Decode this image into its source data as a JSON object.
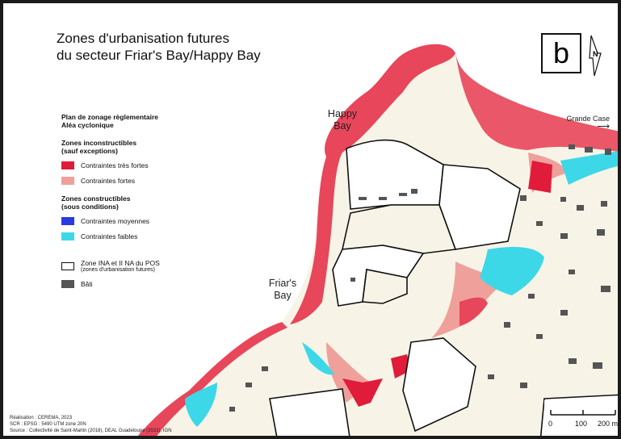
{
  "map": {
    "title_line1": "Zones d'urbanisation futures",
    "title_line2": "du secteur Friar's Bay/Happy Bay",
    "panel_letter": "b",
    "north_label": "N"
  },
  "legend": {
    "heading_line1": "Plan de zonage règlementaire",
    "heading_line2": "Aléa cyclonique",
    "group1_line1": "Zones inconstructibles",
    "group1_line2": "(sauf exceptions)",
    "item_very_strong": "Contraintes très fortes",
    "item_strong": "Contraintes fortes",
    "group2_line1": "Zones constructibles",
    "group2_line2": "(sous conditions)",
    "item_medium": "Contraintes moyennes",
    "item_weak": "Contraintes faibles",
    "item_zone_line1": "Zone INA et II NA du POS",
    "item_zone_line2": "(zones d'urbanisation futures)",
    "item_bati": "Bâti",
    "colors": {
      "very_strong": "#e01c3a",
      "strong": "#f0a09a",
      "medium": "#2a3adf",
      "weak": "#3cd8e8",
      "bati": "#555555",
      "land": "#f7f4e7"
    }
  },
  "places": {
    "happy_line1": "Happy",
    "happy_line2": "Bay",
    "friars_line1": "Friar's",
    "friars_line2": "Bay",
    "grande_case": "Grande Case"
  },
  "credits": {
    "line1": "Réalisation : CEREMA, 2023",
    "line2": "SCR : EPSG : 5490 UTM zone 20N",
    "line3": "Source : Collectivité de Saint-Martin (2018), DEAL Guadeloupe (2021), IGN"
  },
  "scale": {
    "label0": "0",
    "label1": "100",
    "label2": "200 m"
  }
}
